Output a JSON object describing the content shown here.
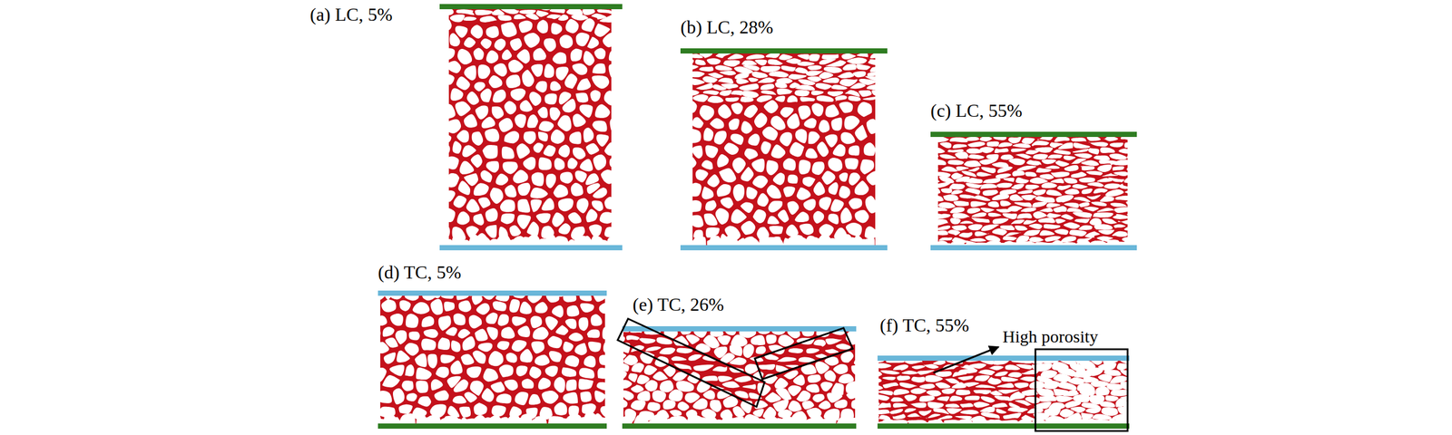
{
  "diagram": {
    "labels": [
      "(a) LC, 5%",
      "(b) LC, 28%",
      "(c) LC, 55%",
      "(d) TC, 5%",
      "(e) TC, 26%",
      "(f) TC, 55%",
      "High porosity"
    ]
  }
}
